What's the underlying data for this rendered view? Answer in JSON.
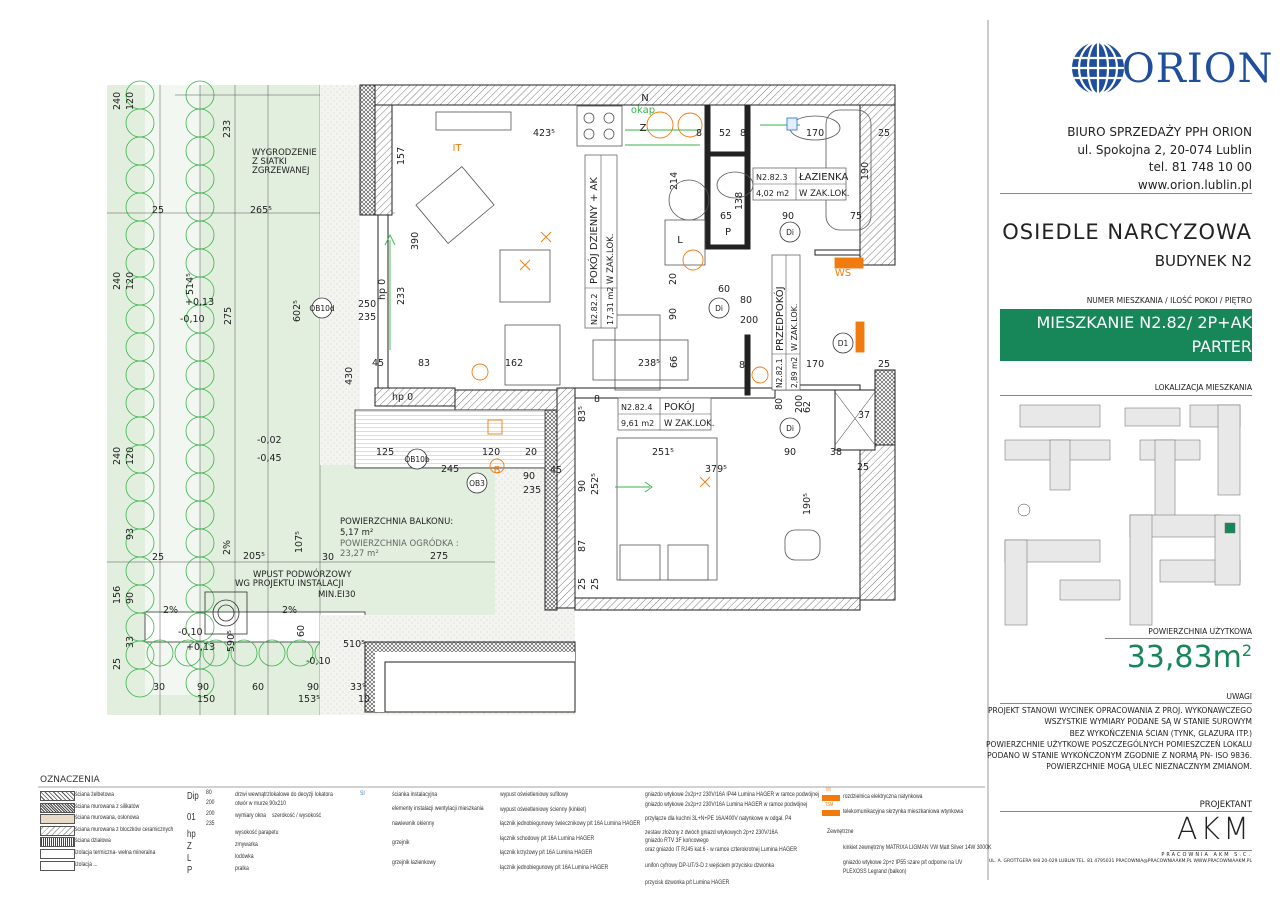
{
  "header": {
    "logo_text": "ORION",
    "office": [
      "BIURO SPRZEDAŻY PPH ORION",
      "ul. Spokojna 2, 20-074 Lublin",
      "tel. 81 748 10 00",
      "www.orion.lublin.pl"
    ],
    "estate": "OSIEDLE NARCYZOWA",
    "building": "BUDYNEK N2",
    "apartment_caption": "NUMER MIESZKANIA / ILOŚĆ POKOI / PIĘTRO",
    "apartment": "MIESZKANIE N2.82/ 2P+AK",
    "floor": "PARTER",
    "location_caption": "LOKALIZACJA MIESZKANIA",
    "area_caption": "POWIERZCHNIA UŻYTKOWA",
    "area_value": "33,83m",
    "area_unit_sup": "2",
    "notes_caption": "UWAGI",
    "notes": [
      "PROJEKT STANOWI WYCINEK OPRACOWANIA Z PROJ. WYKONAWCZEGO",
      "WSZYSTKIE WYMIARY PODANE SĄ W STANIE SUROWYM",
      "BEZ WYKOŃCZENIA ŚCIAN (TYNK, GLAZURA ITP.)",
      "POWIERZCHNIE UŻYTKOWE POSZCZEGÓLNYCH POMIESZCZEŃ LOKALU",
      "PODANO W STANIE WYKOŃCZONYM ZGODNIE Z NORMĄ PN- ISO 9836.",
      "POWIERZCHNIE MOGĄ ULEC NIEZNACZNYM ZMIANOM."
    ],
    "designer_caption": "PROJEKTANT",
    "designer_logo": "AKM",
    "designer_name": "PRACOWNIA AKM S.C.",
    "designer_footer": "UL. A. GROTTGERA 9/8  20-029 LUBLIN  TEL. 81 4795031  PRACOWNIA@PRACOWNIAAKM.PL  WWW.PRACOWNIAAKM.PL"
  },
  "colors": {
    "brand_blue": "#1f4e9c",
    "accent_green": "#17875a",
    "garden": "#e2efdf",
    "orange": "#f07c10"
  },
  "rooms": [
    {
      "id": "N2.82.2",
      "name": "POKÓJ DZIENNY + AK",
      "area": "17,31 m2",
      "note": "W ZAK.LOK."
    },
    {
      "id": "N2.82.3",
      "name": "ŁAZIENKA",
      "area": "4,02 m2",
      "note": "W ZAK.LOK."
    },
    {
      "id": "N2.82.1",
      "name": "PRZEDPOKÓJ",
      "area": "2,89 m2",
      "note": "W ZAK.LOK."
    },
    {
      "id": "N2.82.4",
      "name": "POKÓJ",
      "area": "9,61 m2",
      "note": "W ZAK.LOK."
    }
  ],
  "plan": {
    "fence_note": [
      "WYGRODZENIE",
      "Z SIATKI",
      "ZGRZEWANEJ"
    ],
    "balcony_area_label": "POWIERZCHNIA BALKONU:",
    "balcony_area": "5,17 m²",
    "garden_area_label": "POWIERZCHNIA OGRÓDKA :",
    "garden_area": "23,27 m²",
    "drain_note": [
      "WPUST PODWÓRZOWY",
      "WG PROJEKTU INSTALACJI",
      "MIN.EI30"
    ],
    "tags": [
      "OB10d",
      "OB10b",
      "OB3",
      "Di",
      "Di",
      "Di",
      "D1",
      "P",
      "L",
      "Z",
      "B",
      "WS",
      "IT",
      "okap",
      "N"
    ],
    "dims": [
      "240",
      "120",
      "233",
      "25",
      "265⁵",
      "240",
      "120",
      "514⁵",
      "+0,13",
      "-0,10",
      "275",
      "602⁵",
      "250",
      "235",
      "45",
      "83",
      "162",
      "238⁵",
      "430",
      "157",
      "390",
      "233",
      "423⁵",
      "214",
      "8",
      "52",
      "8",
      "170",
      "25",
      "190",
      "65",
      "138",
      "90",
      "75",
      "60",
      "80",
      "200",
      "20",
      "90",
      "66",
      "8",
      "170",
      "25",
      "80",
      "200",
      "62",
      "-0,02",
      "-0,45",
      "125",
      "120",
      "20",
      "245",
      "90",
      "235",
      "45",
      "275",
      "205⁵",
      "107⁵",
      "30",
      "25",
      "2%",
      "2%",
      "2%",
      "-0,10",
      "+0,13",
      "590⁵",
      "60",
      "510⁵",
      "-0,10",
      "30",
      "90",
      "60",
      "90",
      "33⁹",
      "150",
      "153⁵",
      "10",
      "156",
      "90",
      "93",
      "33",
      "25",
      "240",
      "120",
      "8",
      "83⁵",
      "251⁵",
      "379⁵",
      "90",
      "38",
      "37",
      "25",
      "190⁵",
      "90",
      "252⁵",
      "87",
      "25",
      "25",
      "hp 0",
      "hp 0"
    ]
  },
  "legend": {
    "title": "OZNACZENIA",
    "walls": [
      "ściana żelbetowa",
      "ściana murowana z silikatów",
      "ściana murowana, osłonowa",
      "ściana murowana z bloczków ceramicznych",
      "ściana działowa",
      "izolacja termiczna- wełna mineralna",
      "izolacja ... "
    ],
    "symbols": [
      {
        "sym": "Dip",
        "a": "80",
        "b": "200",
        "text": "drzwi wewnątrzlokalowe do decyzji lokatora",
        "text2": "otwór w murze 90x210"
      },
      {
        "sym": "01",
        "a": "200",
        "b": "235",
        "text": "wymiary okna",
        "text2": "szerokość / wysokość"
      },
      {
        "sym": "hp",
        "text": "wysokość parapetu"
      },
      {
        "sym": "Z",
        "text": "zmywarka"
      },
      {
        "sym": "L",
        "text": "lodówka"
      },
      {
        "sym": "P",
        "text": "pralka"
      }
    ],
    "install": [
      "ścianka instalacyjna",
      "elementy instalacji wentylacji mieszkania",
      "nawiewnik okienny",
      "grzejnik",
      "grzejnik łazienkowy"
    ],
    "install_tag": "SI",
    "lighting": [
      "wypust oświetleniowy sufitowy",
      "wypust oświetleniowy ścienny (kinkiet)",
      "łącznik jednobiegunowy świecznikowy  p/t 16A Lumina HAGER",
      "łącznik schodowy  p/t 16A Lumina HAGER",
      "łącznik krzyżowy  p/t 16A Lumina HAGER",
      "łącznik jednobiegunowy p/t 16A Lumina HAGER"
    ],
    "sockets": [
      "gniazdo wtykowe 2x2p+z 230V/16A IP44 Lumina HAGER w ramce podwójnej",
      "gniazdo wtykowe 2x2p+z 230V/16A Lumina HAGER w ramce podwójnej",
      "przyłącze dla kuchni 3L+N+PE 16A/400V natynkowe w odgał. P4",
      "zestaw złożony z dwóch gniazd wtykowych 2p+z 230V/16A",
      "gniazdo RTV 3F końcowego",
      "oraz gniazdo IT RJ45 kat.6 - w ramce czterokrotnej Lumina HAGER",
      "unifon cyfrowy DP-UT/3-D z wejściem przycisku dzwonka",
      "przycisk dzwonka p/t Lumina HAGER"
    ],
    "boards": [
      {
        "tag": "TM",
        "text": "rozdzielnica elektryczna natynkowa"
      },
      {
        "tag": "TSM",
        "text": "telekomunikacyjna skrzynka mieszkaniowa wtynkowa"
      }
    ],
    "outdoor_caption": "Zewnętrzne",
    "outdoor": [
      "kinkiet zewnętrzny MATRIXA LIGMAN VW Matt Silver 14W 3000K",
      "gniazdo wtykowe 2p+z IP55 szare p/t odporne na UV",
      "PLEXOSS Legrand (balkon)"
    ]
  }
}
